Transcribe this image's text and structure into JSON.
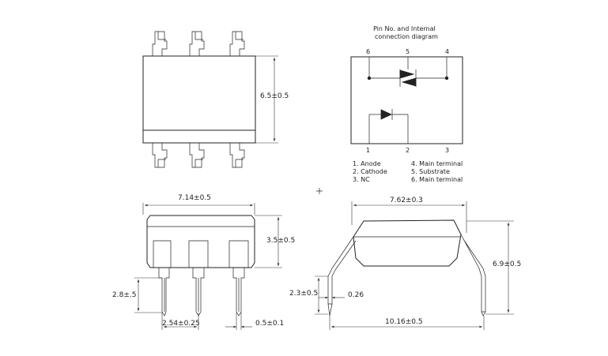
{
  "schematic": {
    "title_line1": "Pin No. and Internal",
    "title_line2": "connection diagram",
    "pins_top": [
      "6",
      "5",
      "4"
    ],
    "pins_bottom": [
      "1",
      "2",
      "3"
    ],
    "legend": [
      "1. Anode",
      "2. Cathode",
      "3. NC",
      "4. Main  terminal",
      "5. Substrate",
      "6. Main  terminal"
    ]
  },
  "dimensions": {
    "top_height": "6.5±0.5",
    "front_width": "7.14±0.5",
    "front_body_height": "3.5±0.5",
    "front_lead_length": "2.8±.5",
    "pin_pitch": "2.54±0.25",
    "lead_width": "0.5±0.1",
    "side_width": "7.62±0.3",
    "side_total_height": "6.9±0.5",
    "side_seat": "2.3±0.5",
    "lead_thickness": "0.26",
    "row_spacing": "10.16±0.5"
  },
  "colors": {
    "line": "#222222",
    "background": "#ffffff"
  }
}
